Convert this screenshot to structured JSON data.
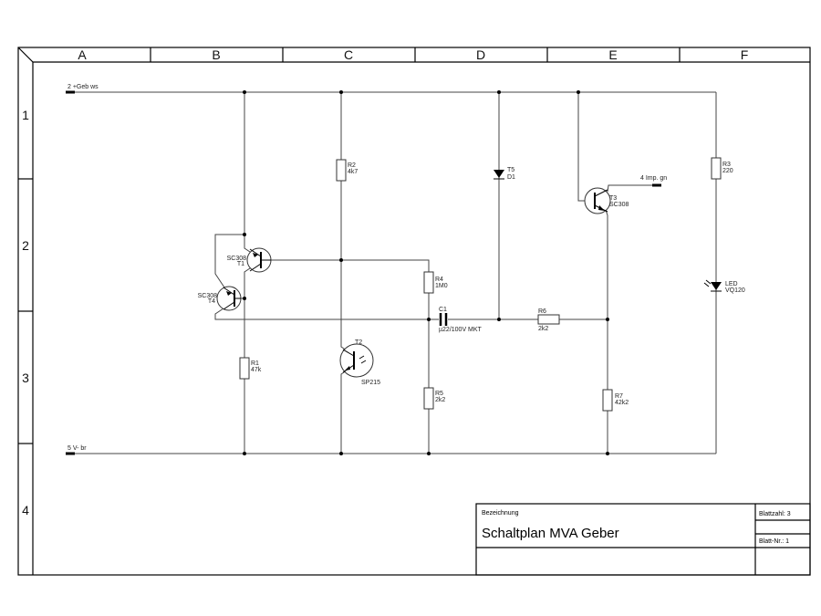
{
  "columns": [
    "A",
    "B",
    "C",
    "D",
    "E",
    "F"
  ],
  "rows": [
    "1",
    "2",
    "3",
    "4"
  ],
  "nets": {
    "top": "2 +Geb ws",
    "bottom": "5 V- br",
    "output": "4 Imp. gn"
  },
  "components": {
    "T1": {
      "ref": "T1",
      "value": "SC308"
    },
    "T4": {
      "ref": "T4",
      "value": "SC308"
    },
    "R1": {
      "ref": "R1",
      "value": "47k"
    },
    "R2": {
      "ref": "R2",
      "value": "4k7"
    },
    "T2": {
      "ref": "T2",
      "value": "SP215"
    },
    "R4": {
      "ref": "R4",
      "value": "1M0"
    },
    "C1": {
      "ref": "C1",
      "value": "µ22/100V MKT"
    },
    "R5": {
      "ref": "R5",
      "value": "2k2"
    },
    "T5": {
      "ref": "T5",
      "value": "D1"
    },
    "R6": {
      "ref": "R6",
      "value": "2k2"
    },
    "T3": {
      "ref": "T3",
      "value": "SC308"
    },
    "R7": {
      "ref": "R7",
      "value": "42k2"
    },
    "R3": {
      "ref": "R3",
      "value": "220"
    },
    "LED": {
      "ref": "LED",
      "value": "VQ120"
    }
  },
  "title_block": {
    "label": "Bezeichnung",
    "title": "Schaltplan MVA Geber",
    "sheet_count": "Blattzahl: 3",
    "sheet_no": "Blatt-Nr.: 1"
  }
}
